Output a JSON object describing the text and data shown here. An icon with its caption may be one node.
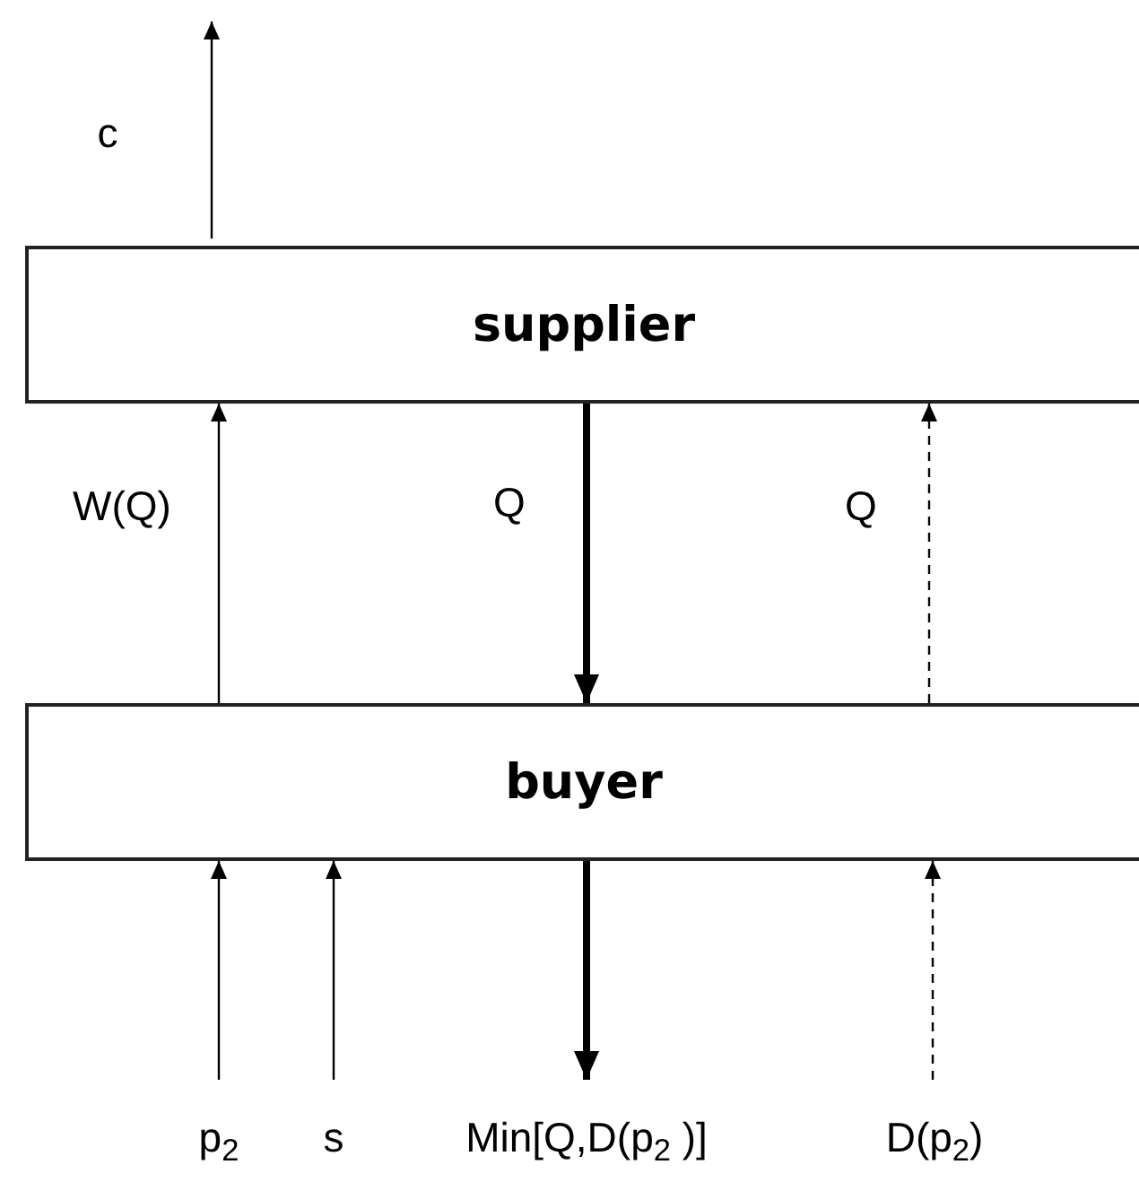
{
  "diagram": {
    "nodes": [
      {
        "text": [
          "supplier"
        ]
      },
      {
        "text": [
          "buyer"
        ]
      },
      {
        "text": [
          "p$_{2}$"
        ]
      },
      {
        "text": [
          "s"
        ]
      },
      {
        "text": [
          "Min[Q,D(p$_{2}$ )]"
        ]
      },
      {
        "text": [
          "D(p$_{2}$)"
        ]
      }
    ],
    "edges": [
      {
        "from": 0,
        "to": null,
        "arrow": "to",
        "label": "c"
      },
      {
        "from": 1,
        "to": 0,
        "arrow": "to",
        "label": "W(Q)"
      },
      {
        "from": 0,
        "to": 1,
        "arrow": "to",
        "label": "Q",
        "style": "thick"
      },
      {
        "from": 1,
        "to": 0,
        "arrow": "to",
        "label": "Q",
        "style": "dashed"
      },
      {
        "from": 2,
        "to": 1,
        "arrow": "to"
      },
      {
        "from": 3,
        "to": 1,
        "arrow": "to"
      },
      {
        "from": 1,
        "to": 4,
        "arrow": "to",
        "style": "thick"
      },
      {
        "from": 5,
        "to": 1,
        "arrow": "to",
        "style": "dashed"
      }
    ]
  }
}
